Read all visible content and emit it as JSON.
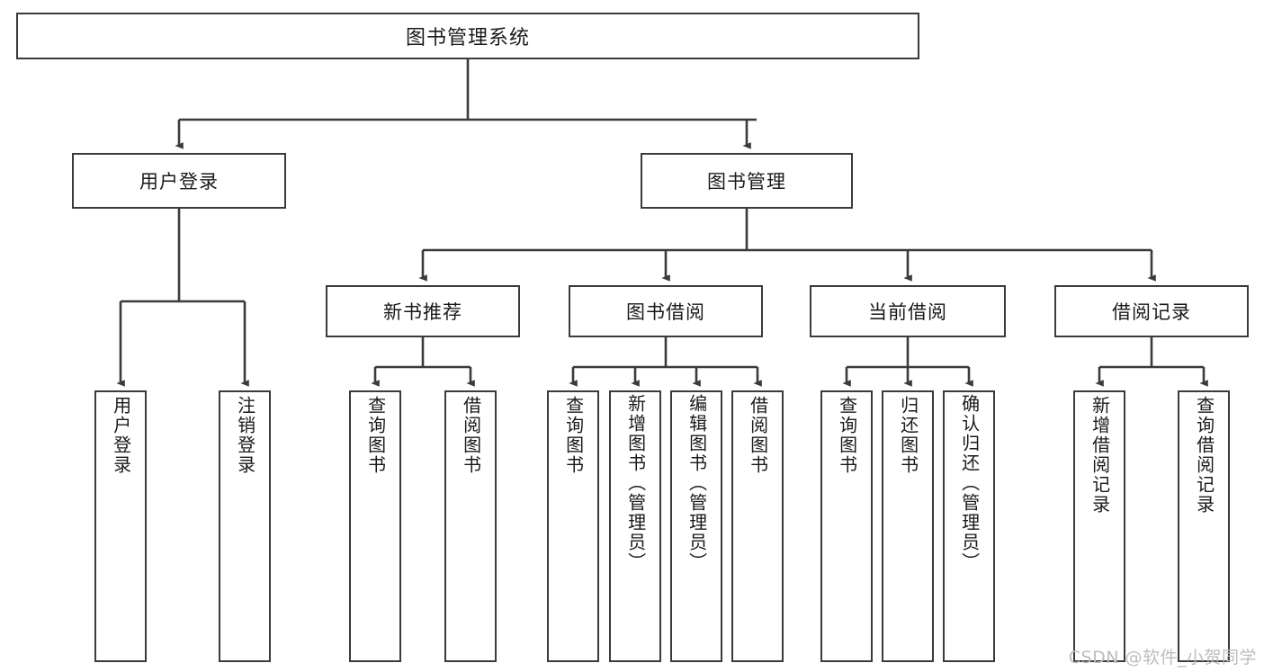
{
  "diagram": {
    "title": "图书管理系统",
    "type": "tree-hierarchy-chart",
    "watermark": "CSDN @软件_小贺同学",
    "line_color": "#3b3b3b",
    "box_fill": "#ffffff",
    "text_color": "#1a1a1a"
  },
  "root": {
    "label": "图书管理系统"
  },
  "level2": [
    {
      "label": "用户登录"
    },
    {
      "label": "图书管理"
    }
  ],
  "level3": [
    {
      "label": "新书推荐"
    },
    {
      "label": "图书借阅"
    },
    {
      "label": "当前借阅"
    },
    {
      "label": "借阅记录"
    }
  ],
  "leaves": {
    "user_login": [
      {
        "label": "用户登录"
      },
      {
        "label": "注销登录"
      }
    ],
    "new_book": [
      {
        "label": "查询图书"
      },
      {
        "label": "借阅图书"
      }
    ],
    "borrow_book": [
      {
        "label": "查询图书"
      },
      {
        "label": "新增图书（管理员）"
      },
      {
        "label": "编辑图书（管理员）"
      },
      {
        "label": "借阅图书"
      }
    ],
    "current_borrow": [
      {
        "label": "查询图书"
      },
      {
        "label": "归还图书"
      },
      {
        "label": "确认归还（管理员）"
      }
    ],
    "borrow_record": [
      {
        "label": "新增借阅记录"
      },
      {
        "label": "查询借阅记录"
      }
    ]
  }
}
